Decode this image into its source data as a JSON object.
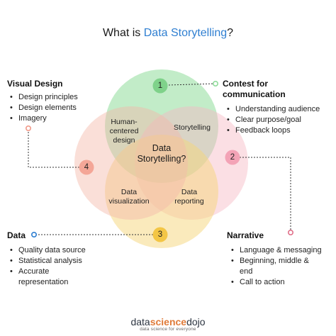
{
  "title": {
    "prefix": "What is ",
    "accent": "Data Storytelling",
    "suffix": "?"
  },
  "center": {
    "line1": "Data",
    "line2": "Storytelling?"
  },
  "overlaps": {
    "human_centered": {
      "line1": "Human-",
      "line2": "centered",
      "line3": "design"
    },
    "storytelling": "Storytelling",
    "data_visualization": {
      "line1": "Data",
      "line2": "visualization"
    },
    "data_reporting": {
      "line1": "Data",
      "line2": "reporting"
    }
  },
  "numbers": {
    "n1": "1",
    "n2": "2",
    "n3": "3",
    "n4": "4"
  },
  "sections": {
    "visual_design": {
      "title": "Visual Design",
      "items": [
        "Design principles",
        "Design elements",
        "Imagery"
      ]
    },
    "contest": {
      "title_line1": "Contest for",
      "title_line2": "communication",
      "items": [
        "Understanding audience",
        "Clear purpose/goal",
        "Feedback loops"
      ]
    },
    "data": {
      "title": "Data",
      "items": [
        "Quality data source",
        "Statistical analysis",
        "Accurate",
        "representation"
      ]
    },
    "narrative": {
      "title": "Narrative",
      "items": [
        "Language & messaging",
        "Beginning, middle &",
        "end",
        "Call to action"
      ]
    }
  },
  "colors": {
    "accent": "#2f7fd1",
    "green": "#8fdc9a",
    "pink": "#f7b8c4",
    "yellow": "#f6d67a",
    "salmon": "#f4b7a8"
  },
  "logo": {
    "part1": "data",
    "part2": "science",
    "part3": "dojo",
    "tagline": "data science for everyone"
  }
}
